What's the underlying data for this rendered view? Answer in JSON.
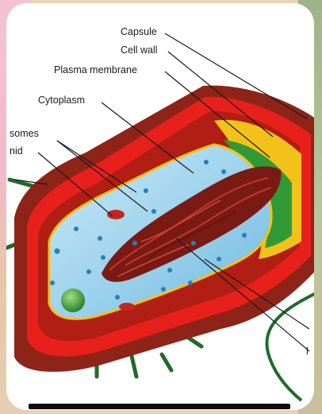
{
  "labels": {
    "capsule": "Capsule",
    "cell_wall": "Cell wall",
    "plasma_membrane": "Plasma membrane",
    "cytoplasm": "Cytoplasm",
    "ribosomes": "somes",
    "nucleoid": "nid",
    "right_cut": "l"
  },
  "colors": {
    "capsule": "#8e2418",
    "cell_wall": "#e8201c",
    "plasma_membrane": "#f2c21b",
    "membrane_inner": "#2f9a34",
    "cytoplasm": "#a9d9f0",
    "dna": "#8a1f18",
    "pili": "#1f6b2a"
  }
}
